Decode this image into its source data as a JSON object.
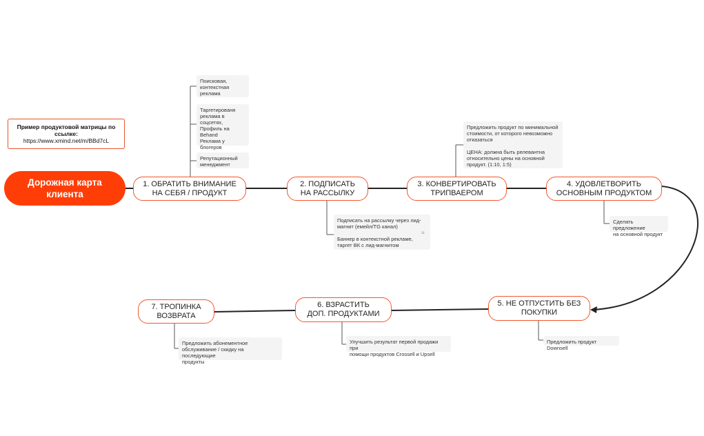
{
  "root": {
    "label": "Дорожная карта\nклиента"
  },
  "matrix_link": {
    "label_bold": "Пример продуктовой матрицы по ссылке:",
    "url": "https://www.xmind.net/m/BBd7cL"
  },
  "steps": [
    "1. ОБРАТИТЬ ВНИМАНИЕ\nНА СЕБЯ / ПРОДУКТ",
    "2. ПОДПИСАТЬ\nНА РАССЫЛКУ",
    "3. КОНВЕРТИРОВАТЬ\nТРИПВАЕРОМ",
    "4. УДОВЛЕТВОРИТЬ\nОСНОВНЫМ ПРОДУКТОМ",
    "5. НЕ ОТПУСТИТЬ БЕЗ\nПОКУПКИ",
    "6. ВЗРАСТИТЬ\nДОП. ПРОДУКТАМИ",
    "7. ТРОПИНКА\nВОЗВРАТА"
  ],
  "notes": {
    "s1_a": "Поисковая,\nконтекстная\nреклама",
    "s1_b": "Таргетированя\nреклама в\nсоцсетях,\nПрофиль на\nBehand\nРеклама у блогеров",
    "s1_c": "Репутационный\nменеджмент",
    "s2": "Подписать на рассылку через лид-\nмагнит (емейл/TG канал)\n\nБаннер в контекстной рекламе,\nтаргет ВК с лид-магнитом",
    "s3": "Предложить продукт по минимальной\nстоимости, от которого невозможно\nотказаться\n\nЦЕНА: должна быть релевантна\nотносительно цены на основной\nпродукт. (1:10, 1:5)",
    "s4": "Сделать предложение\nна основной продукт",
    "s5": "Предложить продукт Downsell",
    "s6": "Улучшить результат первой продажи при\nпомощи продуктов Crossell и Upsell",
    "s7": "Предложить абонементное\nобслуживание / скидку на последующие\nпродукты"
  },
  "colors": {
    "accent": "#ff3e07",
    "border": "#f0562a",
    "line": "#222222",
    "note_bg": "#f4f4f4"
  }
}
